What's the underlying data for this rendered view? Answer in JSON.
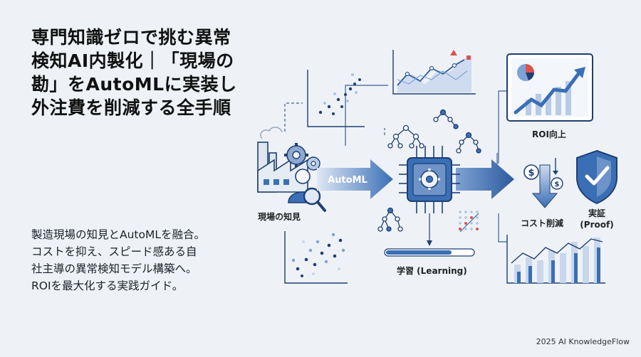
{
  "title_lines": [
    "専門知識ゼロで挑む異常",
    "検知AI内製化｜「現場の",
    "勘」をAutoMLに実装し",
    "外注費を削減する全手順"
  ],
  "description_lines": [
    "製造現場の知見とAutoMLを融合。",
    "コストを抑え、スピード感ある自",
    "社主導の異常検知モデル構築へ。",
    "ROIを最大化する実践ガイド。"
  ],
  "labels": {
    "automl": "AutoML",
    "field_knowledge": "現場の知見",
    "learning": "学習 (Learning)",
    "roi_up": "ROI向上",
    "cost_reduction": "コスト削減",
    "proof_line1": "実証",
    "proof_line2": "(Proof)"
  },
  "footer": "2025 AI KnowledgeFlow",
  "colors": {
    "accent": "#3a6fb5",
    "dark_blue": "#1f3f73",
    "light_blue": "#a9c3e6",
    "alert": "#d9534f",
    "background": "#eef2f7"
  },
  "icons": [
    "factory-icon",
    "gear-icon",
    "worker-icon",
    "magnifier-icon",
    "chip-icon",
    "tree-icon",
    "dollar-icon",
    "shield-check-icon",
    "pie-chart-icon"
  ]
}
